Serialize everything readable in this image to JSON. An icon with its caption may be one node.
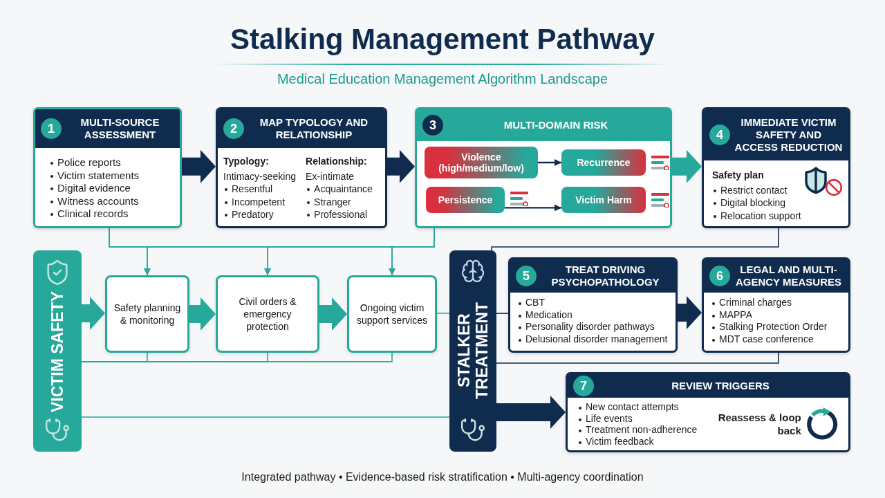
{
  "diagram": {
    "title": "Stalking Management Pathway",
    "caption": "Integrated pathway • Evidence-based risk stratification • Multi-agency coordination",
    "nodes": [
      {
        "text": [
          "1",
          "MULTI-SOURCE ASSESSMENT",
          "Police reports",
          "Victim statements",
          "Digital evidence",
          "Witness accounts",
          "Clinical records"
        ]
      },
      {
        "text": [
          "2",
          "MAP TYPOLOGY AND RELATIONSHIP",
          "Typology:",
          "Intimacy-seeking",
          "Resentful",
          "Incompetent",
          "Predatory",
          "Relationship:",
          "Ex-intimate",
          "Acquaintance",
          "Stranger",
          "Professional"
        ]
      },
      {
        "text": [
          "3",
          "MULTI-DOMAIN RISK"
        ]
      },
      {
        "text": [
          "Violence (high/medium/low)"
        ],
        "in": 2
      },
      {
        "text": [
          "Recurrence"
        ],
        "in": 2
      },
      {
        "text": [
          "Persistence"
        ],
        "in": 2
      },
      {
        "text": [
          "Victim Harm"
        ],
        "in": 2
      },
      {
        "text": [
          "4",
          "IMMEDIATE VICTIM SAFETY AND ACCESS REDUCTION",
          "Safety plan",
          "Restrict contact",
          "Digital blocking",
          "Relocation support"
        ]
      },
      {
        "text": [
          "VICTIM SAFETY"
        ]
      },
      {
        "text": [
          "Safety planning & monitoring"
        ]
      },
      {
        "text": [
          "Civil orders & emergency protection"
        ]
      },
      {
        "text": [
          "Ongoing victim support services"
        ]
      },
      {
        "text": [
          "STALKER TREATMENT"
        ]
      },
      {
        "text": [
          "5",
          "TREAT DRIVING PSYCHOPATHOLOGY",
          "CBT",
          "Medication",
          "Personality disorder pathways",
          "Delusional disorder management"
        ]
      },
      {
        "text": [
          "6",
          "LEGAL AND MULTI-AGENCY MEASURES",
          "Criminal charges",
          "MAPPA",
          "Stalking Protection Order",
          "MDT case conference"
        ]
      },
      {
        "text": [
          "7",
          "REVIEW TRIGGERS",
          "New contact attempts",
          "Life events",
          "Treatment non-adherence",
          "Victim feedback",
          "Reassess & loop back"
        ]
      }
    ],
    "edges": [
      {
        "from": 0,
        "to": 1,
        "arrow": "to",
        "style": "thick",
        "color": "#0f2b4d"
      },
      {
        "from": 1,
        "to": 2,
        "arrow": "to",
        "style": "thick",
        "color": "#0f2b4d"
      },
      {
        "from": 2,
        "to": 7,
        "arrow": "to",
        "style": "thick"
      },
      {
        "from": 3,
        "to": 4,
        "arrow": "to",
        "color": "#0f2b4d"
      },
      {
        "from": 5,
        "to": 6,
        "arrow": "to",
        "color": "#0f2b4d"
      },
      {
        "from": 0,
        "to": 9,
        "arrow": "to"
      },
      {
        "from": 0,
        "to": 10,
        "arrow": "to"
      },
      {
        "from": 0,
        "to": 11,
        "arrow": "to"
      },
      {
        "from": 2,
        "to": 9,
        "arrow": "to"
      },
      {
        "from": 2,
        "to": 10,
        "arrow": "to"
      },
      {
        "from": 2,
        "to": 11,
        "arrow": "to"
      },
      {
        "from": 7,
        "to": 12,
        "arrow": "none",
        "color": "#0f2b4d"
      },
      {
        "from": 8,
        "to": 9,
        "arrow": "to",
        "style": "thick"
      },
      {
        "from": 9,
        "to": 10,
        "arrow": "to",
        "style": "thick"
      },
      {
        "from": 10,
        "to": 11,
        "arrow": "to",
        "style": "thick"
      },
      {
        "from": 9,
        "to": 8,
        "arrow": "none"
      },
      {
        "from": 10,
        "to": 8,
        "arrow": "none"
      },
      {
        "from": 11,
        "to": 8,
        "arrow": "none"
      },
      {
        "from": 11,
        "to": 12,
        "arrow": "none"
      },
      {
        "from": 8,
        "to": 12,
        "arrow": "none"
      },
      {
        "from": 12,
        "to": 13,
        "arrow": "none",
        "color": "#0f2b4d"
      },
      {
        "from": 14,
        "to": 12,
        "arrow": "none",
        "color": "#0f2b4d"
      },
      {
        "from": 12,
        "to": 15,
        "arrow": "to",
        "style": "thick",
        "color": "#0f2b4d"
      },
      {
        "from": 13,
        "to": 14,
        "arrow": "to",
        "style": "thick",
        "color": "#0f2b4d"
      }
    ],
    "labels": [
      "Medical Education Management Algorithm Landscape"
    ]
  }
}
